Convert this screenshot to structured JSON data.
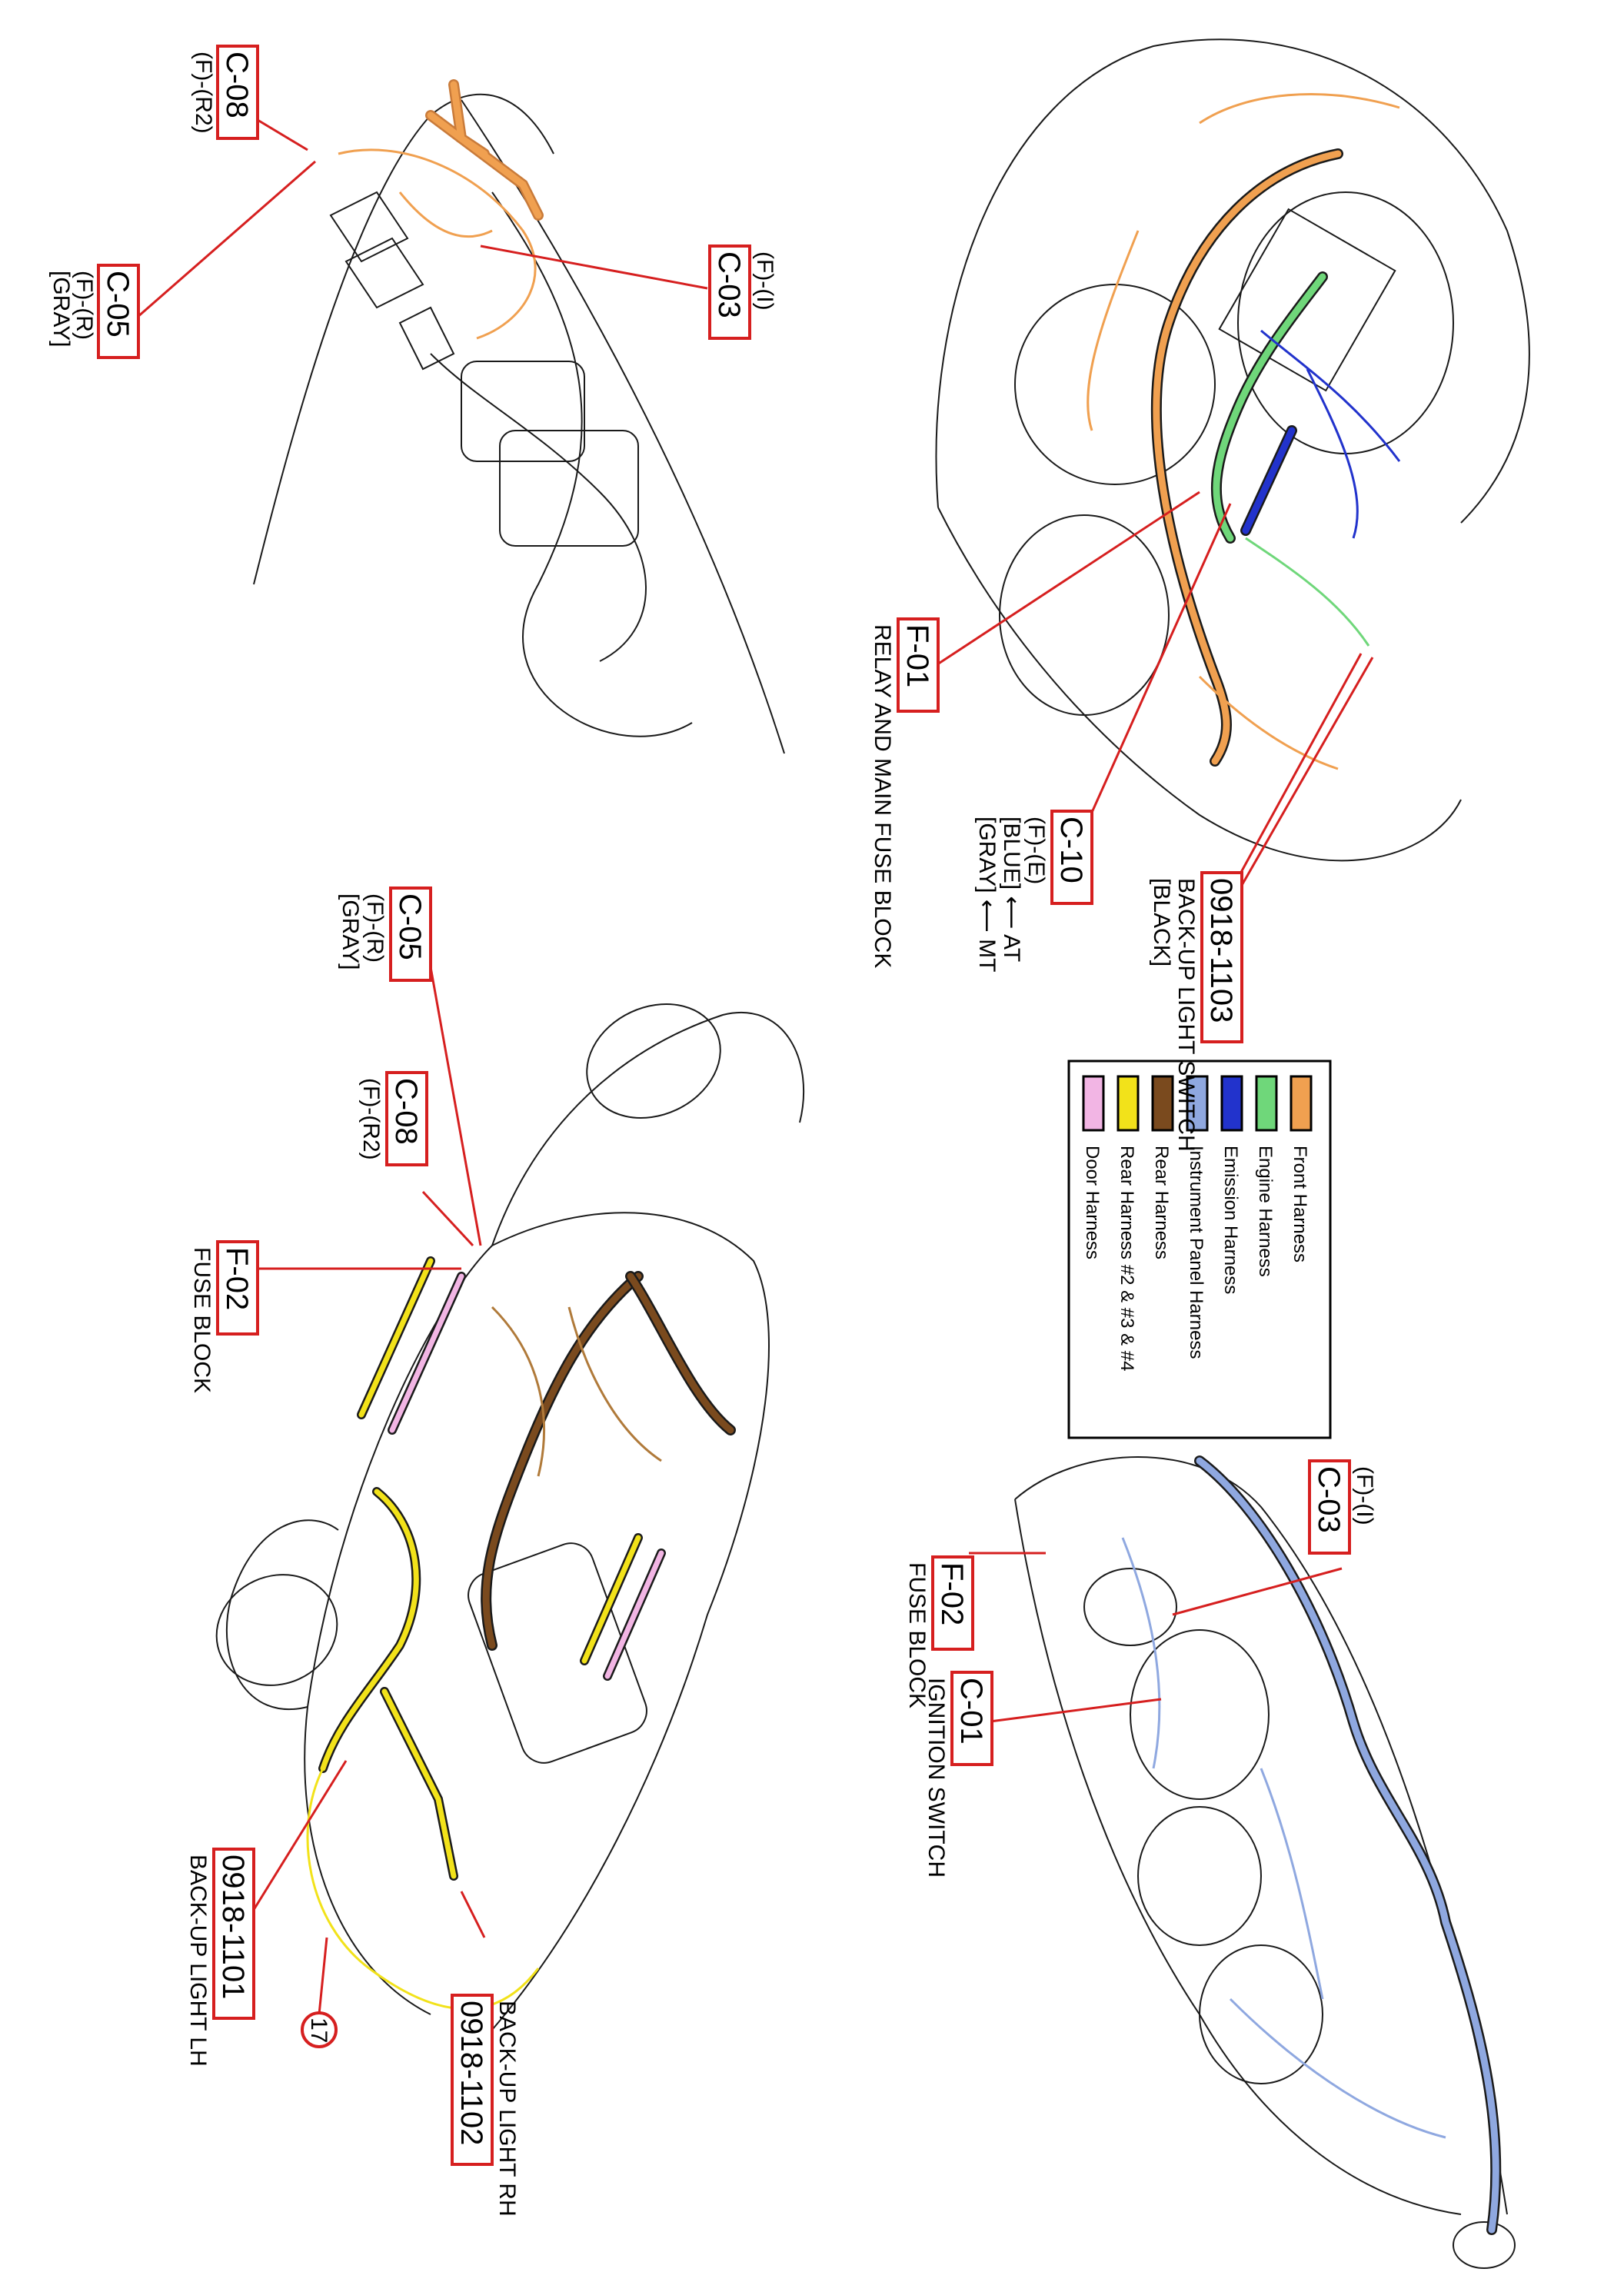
{
  "legend": {
    "items": [
      {
        "label": "Front Harness",
        "color": "#f0a050"
      },
      {
        "label": "Engine Harness",
        "color": "#6fd77a"
      },
      {
        "label": "Emission Harness",
        "color": "#2233cc"
      },
      {
        "label": "Instrument Panel Harness",
        "color": "#8fa8e0"
      },
      {
        "label": "Rear Harness",
        "color": "#7a4a1e"
      },
      {
        "label": "Rear Harness #2 & #3 & #4",
        "color": "#f2e21a"
      },
      {
        "label": "Door Harness",
        "color": "#f2b5e4"
      }
    ]
  },
  "callouts": {
    "c08_top": {
      "code": "C-08",
      "sub": "(F)-(R2)"
    },
    "c05_top": {
      "code": "C-05",
      "sub": "(F)-(R)",
      "sub2": "[GRAY]"
    },
    "c03_top": {
      "code": "C-03",
      "sub": "(F)-(I)"
    },
    "f01": {
      "code": "F-01",
      "desc": "RELAY AND MAIN FUSE BLOCK"
    },
    "c10": {
      "code": "C-10",
      "sub": "(F)-(E)",
      "at_line": "[BLUE] ⟵ AT",
      "mt_line": "[GRAY] ⟵ MT"
    },
    "sw1103": {
      "code": "0918-1103",
      "desc": "BACK-UP LIGHT SWITCH",
      "sub": "[BLACK]"
    },
    "c05_mid": {
      "code": "C-05",
      "sub": "(F)-(R)",
      "sub2": "[GRAY]"
    },
    "c08_mid": {
      "code": "C-08",
      "sub": "(F)-(R2)"
    },
    "f02_car": {
      "code": "F-02",
      "desc": "FUSE BLOCK"
    },
    "c03_dash": {
      "code": "C-03",
      "sub": "(F)-(I)"
    },
    "f02_dash": {
      "code": "F-02",
      "desc": "FUSE BLOCK"
    },
    "c01": {
      "code": "C-01",
      "desc": "IGNITION SWITCH"
    },
    "bl1101": {
      "code": "0918-1101",
      "desc": "BACK-UP LIGHT LH"
    },
    "bl1102": {
      "code": "0918-1102",
      "desc": "BACK-UP LIGHT RH"
    },
    "ground": {
      "code": "17"
    }
  }
}
